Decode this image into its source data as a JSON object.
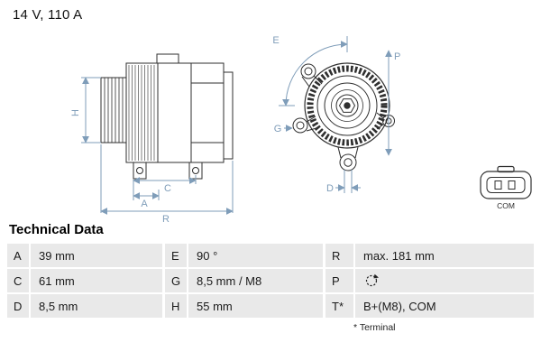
{
  "header": {
    "rating": "14 V, 110 A"
  },
  "diagram": {
    "labels": {
      "H": "H",
      "A": "A",
      "C": "C",
      "R": "R",
      "E": "E",
      "G": "G",
      "P": "P",
      "D": "D"
    },
    "connector_label": "COM"
  },
  "table": {
    "title": "Technical Data",
    "footnote": "* Terminal",
    "rows": [
      {
        "cells": [
          {
            "label": "A",
            "value": "39 mm"
          },
          {
            "label": "E",
            "value": "90 °"
          },
          {
            "label": "R",
            "value": "max. 181 mm"
          }
        ]
      },
      {
        "cells": [
          {
            "label": "C",
            "value": "61 mm"
          },
          {
            "label": "G",
            "value": "8,5 mm / M8"
          },
          {
            "label": "P",
            "value": "",
            "icon": "rotation-direction-icon"
          }
        ]
      },
      {
        "cells": [
          {
            "label": "D",
            "value": "8,5 mm"
          },
          {
            "label": "H",
            "value": "55 mm"
          },
          {
            "label": "T*",
            "value": "B+(M8), COM"
          }
        ]
      }
    ]
  },
  "colors": {
    "dimension_lines": "#7f9db9",
    "drawing_lines": "#2f2f2f",
    "row_background": "#e9e9e9"
  }
}
